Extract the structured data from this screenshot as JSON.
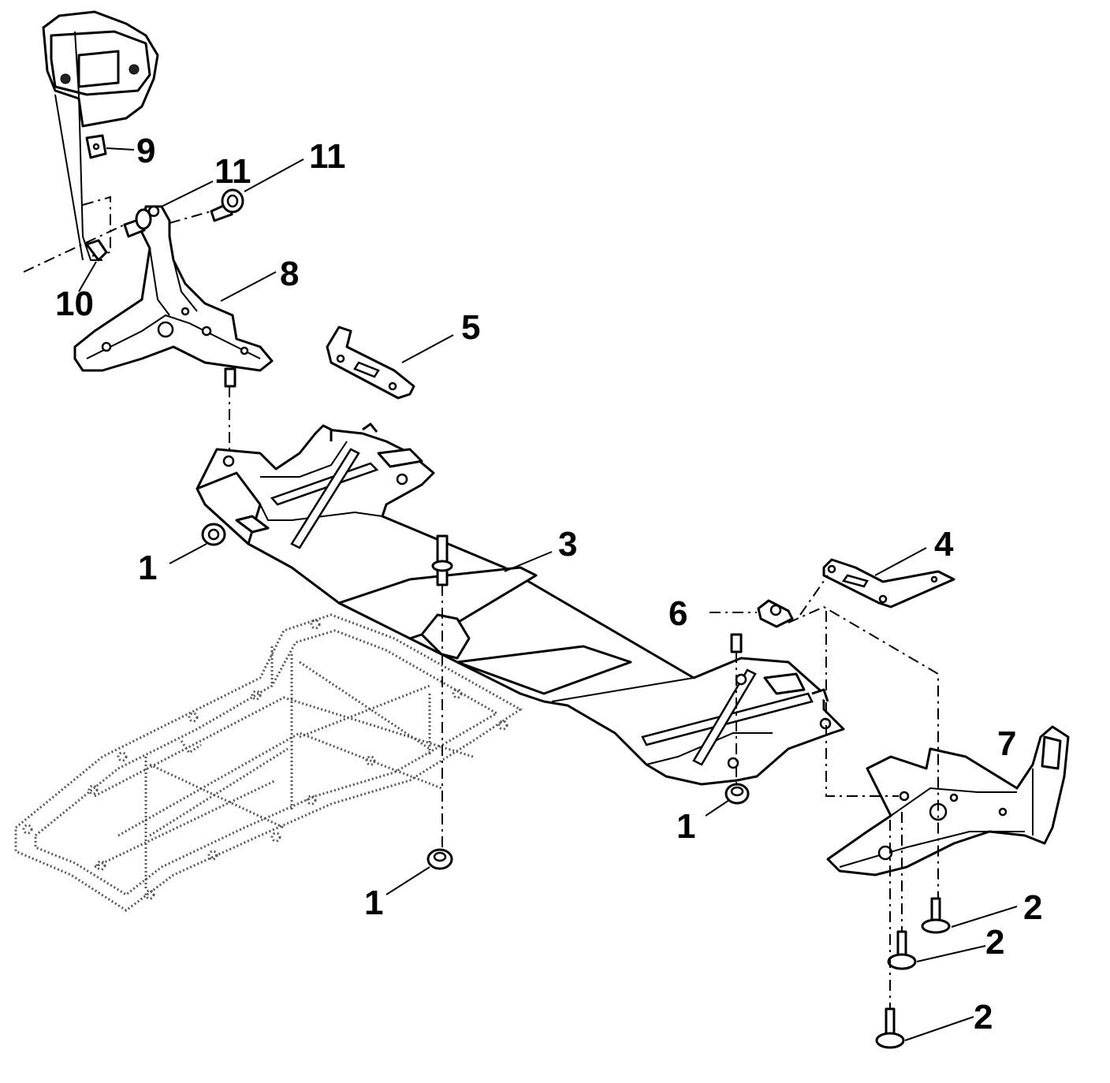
{
  "callouts": {
    "c1a": "1",
    "c1b": "1",
    "c1c": "1",
    "c2a": "2",
    "c2b": "2",
    "c2c": "2",
    "c3": "3",
    "c4": "4",
    "c5": "5",
    "c6": "6",
    "c7": "7",
    "c8": "8",
    "c9": "9",
    "c10": "10",
    "c11a": "11",
    "c11b": "11"
  }
}
